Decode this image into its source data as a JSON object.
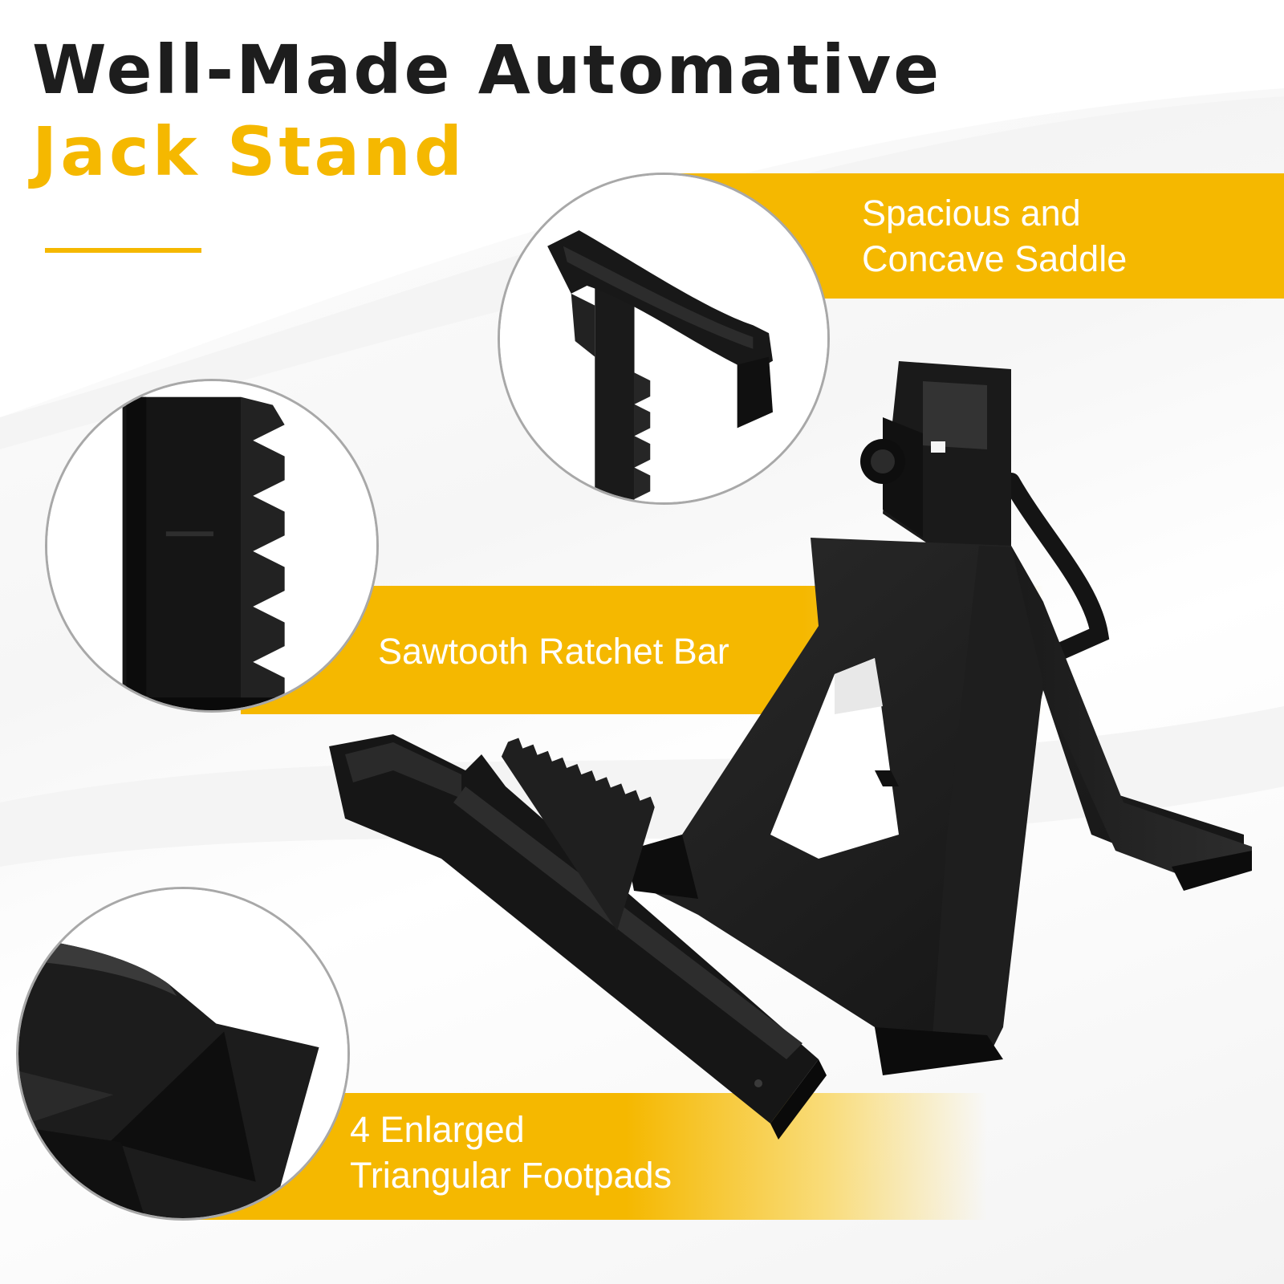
{
  "title": {
    "line1": "Well-Made Automative",
    "line2": "Jack Stand"
  },
  "callouts": {
    "saddle": {
      "line1": "Spacious and",
      "line2": "Concave Saddle"
    },
    "ratchet": {
      "line1": "Sawtooth Ratchet Bar"
    },
    "footpads": {
      "line1": "4 Enlarged",
      "line2": "Triangular Footpads"
    }
  },
  "colors": {
    "accent": "#f5b800",
    "title_dark": "#1d1d1d",
    "product": "#151515"
  },
  "icons": {
    "saddle_detail": "saddle-closeup-icon",
    "ratchet_detail": "ratchet-closeup-icon",
    "footpad_detail": "footpad-closeup-icon"
  }
}
